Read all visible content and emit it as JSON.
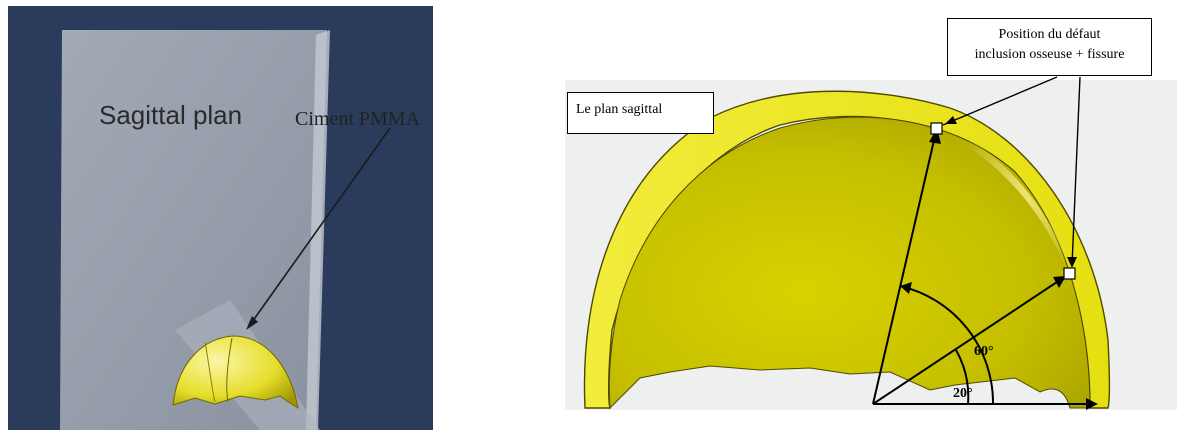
{
  "left_panel": {
    "plane_label": "Sagittal plan",
    "cement_label": "Ciment PMMA"
  },
  "right_panel": {
    "plane_label": "Le plan sagittal",
    "defect_label_line1": "Position du défaut",
    "defect_label_line2": "inclusion osseuse + fissure",
    "angle_60": "60°",
    "angle_20": "20°"
  },
  "colors": {
    "background_dark": "#2a3b5c",
    "plane_gray": "#9ea5b1",
    "cup_yellow": "#e5e000",
    "cup_dark": "#b3ad00"
  }
}
